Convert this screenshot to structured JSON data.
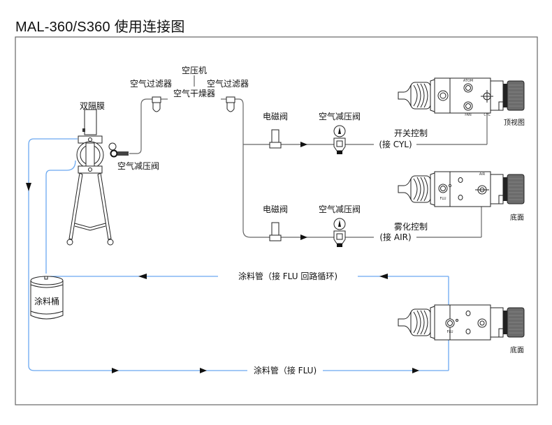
{
  "title": "MAL-360/S360  使用连接图",
  "colors": {
    "frame": "#666666",
    "air_line": "#666666",
    "fluid_line": "#6aa8f0",
    "arrow": "#111111"
  },
  "components": {
    "pump_label": "双隔膜",
    "compressor_label": "空压机",
    "air_filter_left_label": "空气过滤器",
    "air_filter_right_label": "空气过滤器",
    "air_dryer_label": "空气干燥器",
    "pump_regulator_label": "空气减压阀",
    "paint_bucket_label": "涂料桶"
  },
  "branches": [
    {
      "solenoid_label": "电磁阀",
      "regulator_label": "空气减压阀",
      "connection_label": "(接  CYL)",
      "function_label": "开关控制",
      "gun_view_label": "顶视图",
      "gun_port_labels": [
        "ATOM",
        "FAN",
        "CYL"
      ]
    },
    {
      "solenoid_label": "电磁阀",
      "regulator_label": "空气减压阀",
      "connection_label": "(接  AIR)",
      "function_label": "雾化控制",
      "gun_view_label": "底面",
      "gun_port_labels": [
        "AIR",
        "FLU"
      ]
    }
  ],
  "fluid_lines": {
    "return_label": "涂料管（接   FLU 回路循环)",
    "supply_label": "涂料管（接   FLU)",
    "gun_view_label": "底面",
    "gun_port_labels": [
      "FLU"
    ]
  }
}
